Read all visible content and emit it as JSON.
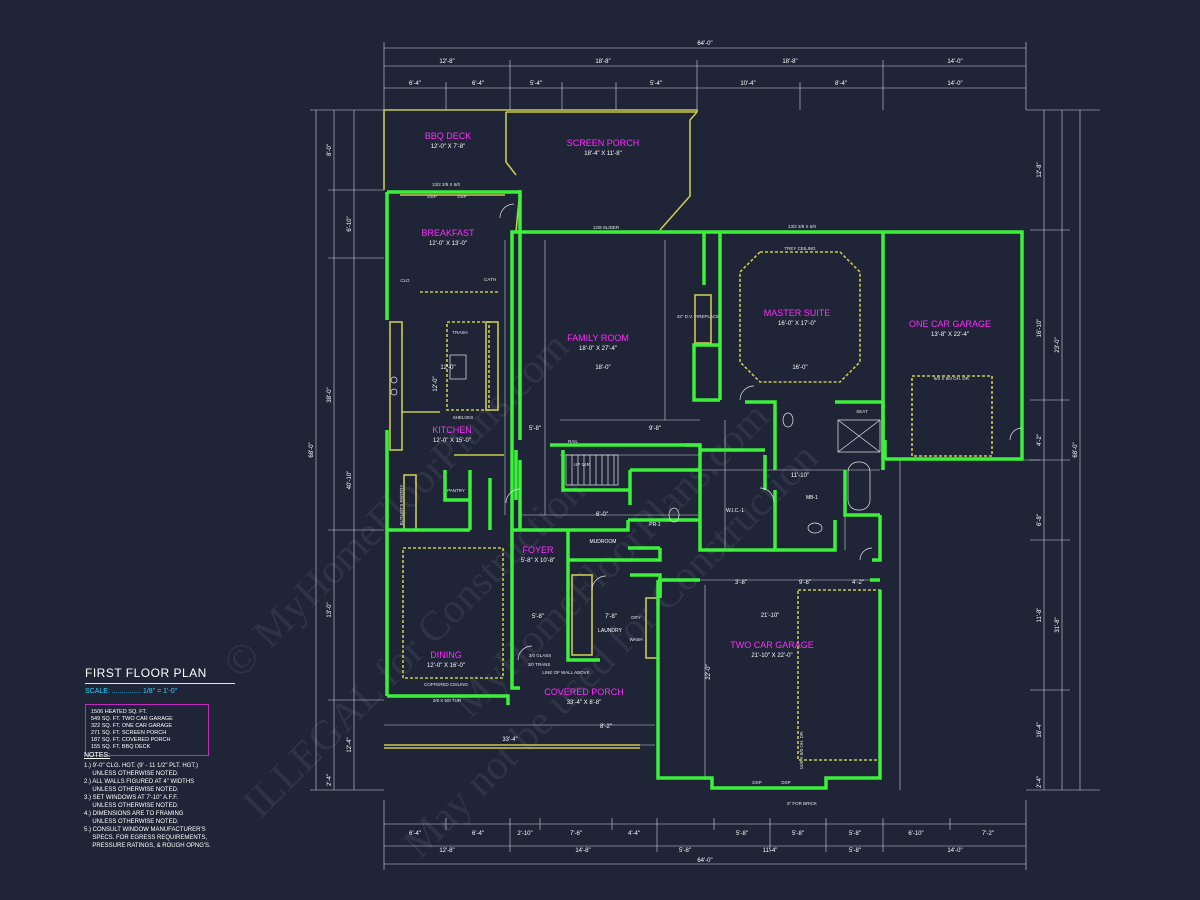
{
  "plan_title": "FIRST FLOOR PLAN",
  "scale": "SCALE: ............... 1/8\" = 1'-0\"",
  "areas": [
    "1506 HEATED SQ. FT.",
    "549 SQ. FT. TWO CAR GARAGE",
    "322 SQ. FT. ONE CAR GARAGE",
    "271 SQ. FT. SCREEN PORCH",
    "187 SQ. FT. COVERED PORCH",
    "155 SQ. FT. BBQ DECK"
  ],
  "notes_title": "NOTES:",
  "notes": [
    "1.) 9'-0\" CLG. HGT. (9' - 11 1/2\" PLT. HGT.)",
    "     UNLESS OTHERWISE NOTED.",
    "2.) ALL WALLS FIGURED AT 4\" WIDTHS",
    "     UNLESS OTHERWISE NOTED.",
    "3.) SET WINDOWS AT 7'-10\" A.F.F.",
    "     UNLESS OTHERWISE NOTED.",
    "4.) DIMENSIONS ARE TO FRAMING",
    "     UNLESS OTHERWISE NOTED.",
    "5.) CONSULT WINDOW MANUFACTURER'S",
    "     SPECS. FOR EGRESS REQUIREMENTS,",
    "     PRESSURE RATINGS, & ROUGH OPNG'S."
  ],
  "rooms": {
    "bbq_deck": {
      "name": "BBQ DECK",
      "size": "12'-0\" X 7'-8\""
    },
    "screen_porch": {
      "name": "SCREEN PORCH",
      "size": "18'-4\" X 11'-8\""
    },
    "breakfast": {
      "name": "BREAKFAST",
      "size": "12'-0\" X 13'-0\""
    },
    "family_room": {
      "name": "FAMILY ROOM",
      "size": "18'-0\" X 27'-4\""
    },
    "master_suite": {
      "name": "MASTER SUITE",
      "size": "16'-0\" X 17'-0\""
    },
    "one_car_garage": {
      "name": "ONE CAR GARAGE",
      "size": "13'-8\" X 22'-4\""
    },
    "kitchen": {
      "name": "KITCHEN",
      "size": "12'-0\" X 15'-0\""
    },
    "foyer": {
      "name": "FOYER",
      "size": "5'-8\" X 10'-8\""
    },
    "dining": {
      "name": "DINING",
      "size": "12'-0\" X 16'-0\""
    },
    "covered_porch": {
      "name": "COVERED PORCH",
      "size": "33'-4\" X 8'-8\""
    },
    "two_car_garage": {
      "name": "TWO CAR GARAGE",
      "size": "21'-10\" X 22'-0\""
    }
  },
  "small_labels": {
    "mudroom": "MUDROOM",
    "laundry": "LAUNDRY",
    "wic": "W.I.C.-1",
    "mb": "MB-1",
    "pr": "PR-1",
    "pantry": "PANTRY",
    "butlers_pantry": "BUTLER'S PANTRY",
    "shelves": "SHELVES",
    "trash": "TRASH",
    "fireplace": "42\" D.V. FIREPLACE",
    "tray_ceiling": "TREY CEILING",
    "coffered_ceiling": "COFFERED CEILING",
    "rail": "RAIL",
    "up": "UP 14R",
    "slider": "12/8 SLIDER",
    "dryer": "DRY",
    "washer": "WASH",
    "line_of_wall": "LINE OF WALL ABOVE",
    "for_brick": "5\" FOR BRICK",
    "window_a": "13/2 2/8 X 6/0",
    "window_b": "13/2 2/8 X 6/0",
    "door_a": "16/0 X 8/0 OH. DR.",
    "door_b": "9/0 X 8/0 OH. DR.",
    "door_c": "2/8 X 6/8 TUR",
    "door_d": "3/0 TRANS",
    "cath": "CATH",
    "clg": "CLG",
    "dsp": "DSP",
    "seat": "SEAT",
    "glass": "3/0 GLASS"
  },
  "dimensions": {
    "top_total": "64'-0\"",
    "top_row1": [
      "12'-8\"",
      "18'-8\"",
      "18'-8\"",
      "14'-0\""
    ],
    "top_row2": [
      "6'-4\"",
      "6'-4\"",
      "5'-4\"",
      "5'-4\"",
      "10'-4\"",
      "8'-4\"",
      "14'-0\""
    ],
    "bottom_row1": [
      "6'-4\"",
      "6'-4\"",
      "2'-10\"",
      "7'-6\"",
      "4'-4\"",
      "5'-8\"",
      "5'-8\"",
      "5'-8\"",
      "6'-10\"",
      "7'-2\""
    ],
    "bottom_row2": [
      "12'-8\"",
      "14'-8\"",
      "5'-8\"",
      "11'-4\"",
      "5'-8\"",
      "14'-0\""
    ],
    "bottom_total": "64'-0\"",
    "left_total": "68'-0\"",
    "left_pieces": [
      "8'-0\"",
      "6'-10\"",
      "40'-10\"",
      "12'-4\"",
      "2'-4\""
    ],
    "left_inner": [
      "38'-0\"",
      "13'-0\""
    ],
    "right_total": "68'-0\"",
    "right_pieces": [
      "12'-8\"",
      "16'-10\"",
      "4'-2\"",
      "6'-8\"",
      "11'-8\"",
      "16'-4\"",
      "2'-4\""
    ],
    "right_inner": [
      "23'-0\"",
      "31'-8\""
    ],
    "inner": [
      "12'-0\"",
      "18'-0\"",
      "16'-0\"",
      "5'-8\"",
      "9'-8\"",
      "5'-8\"",
      "11'-10\"",
      "3'-8\"",
      "12'-0\"",
      "6'-0\"",
      "7'-8\"",
      "9'-8\"",
      "21'-10\"",
      "22'-0\"",
      "4'-2\"",
      "33'-4\"",
      "8'-2\""
    ]
  },
  "watermarks": [
    "© MyHomeFloorPlans.com",
    "ILLEGAL for Construction",
    "MyHomeFloorPlans.com",
    "May not be used for Construction"
  ],
  "colors": {
    "background": "#1f2437",
    "wall_bearing": "#3cf03c",
    "wall_light": "#c9c94e",
    "dimension": "#ffffff",
    "room_label": "#ff2cff",
    "scale_text": "#28d8ff"
  }
}
